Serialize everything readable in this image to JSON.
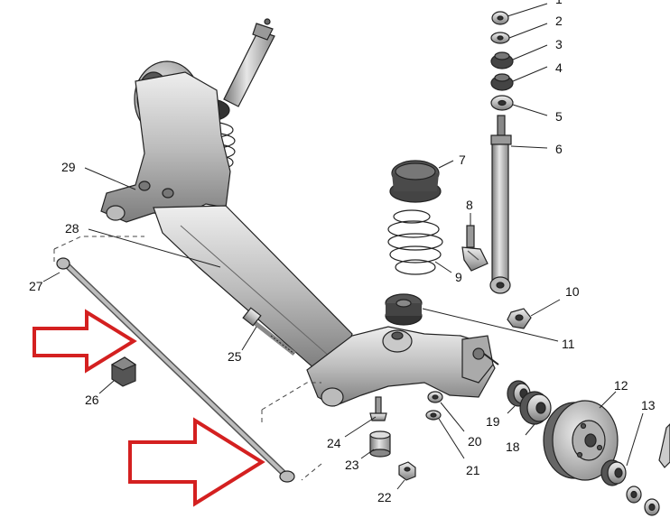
{
  "callouts": [
    {
      "id": "1",
      "label": "1"
    },
    {
      "id": "2",
      "label": "2"
    },
    {
      "id": "3",
      "label": "3"
    },
    {
      "id": "4",
      "label": "4"
    },
    {
      "id": "5",
      "label": "5"
    },
    {
      "id": "6",
      "label": "6"
    },
    {
      "id": "7",
      "label": "7"
    },
    {
      "id": "8",
      "label": "8"
    },
    {
      "id": "9",
      "label": "9"
    },
    {
      "id": "10",
      "label": "10"
    },
    {
      "id": "11",
      "label": "11"
    },
    {
      "id": "12",
      "label": "12"
    },
    {
      "id": "13",
      "label": "13"
    },
    {
      "id": "18",
      "label": "18"
    },
    {
      "id": "19",
      "label": "19"
    },
    {
      "id": "20",
      "label": "20"
    },
    {
      "id": "21",
      "label": "21"
    },
    {
      "id": "22",
      "label": "22"
    },
    {
      "id": "23",
      "label": "23"
    },
    {
      "id": "24",
      "label": "24"
    },
    {
      "id": "25",
      "label": "25"
    },
    {
      "id": "26",
      "label": "26"
    },
    {
      "id": "27",
      "label": "27"
    },
    {
      "id": "28",
      "label": "28"
    },
    {
      "id": "29",
      "label": "29"
    }
  ],
  "colors": {
    "outline": "#222222",
    "metal_fill": "#cfcfcf",
    "metal_dark": "#8a8a8a",
    "highlight_arrow": "#d42020"
  }
}
